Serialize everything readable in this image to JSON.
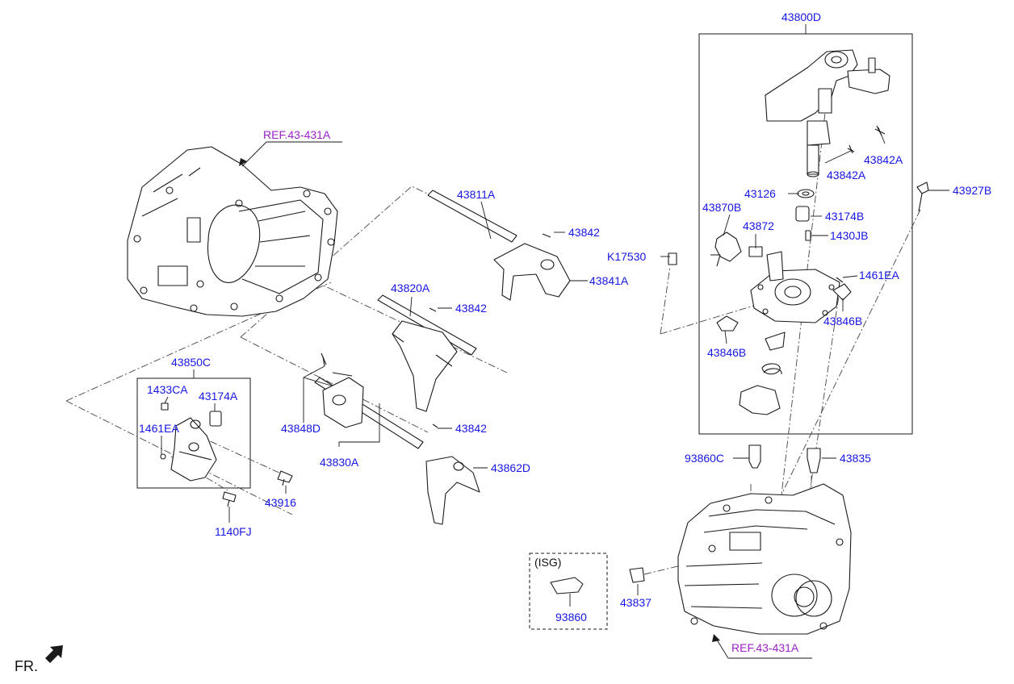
{
  "labels": {
    "p43800D": "43800D",
    "p43842A_1": "43842A",
    "p43842A_2": "43842A",
    "p43927B": "43927B",
    "p43126": "43126",
    "p43870B": "43870B",
    "p43174B": "43174B",
    "p43872": "43872",
    "p1430JB": "1430JB",
    "pK17530": "K17530",
    "p1461EA_r": "1461EA",
    "p43846B_1": "43846B",
    "p43846B_2": "43846B",
    "p43811A": "43811A",
    "p43842_1": "43842",
    "p43841A": "43841A",
    "p43820A": "43820A",
    "p43842_2": "43842",
    "p43850C": "43850C",
    "p1433CA": "1433CA",
    "p43174A": "43174A",
    "p1461EA_l": "1461EA",
    "p43848D": "43848D",
    "p43842_3": "43842",
    "p43830A": "43830A",
    "p43862D": "43862D",
    "p43916": "43916",
    "p1140FJ": "1140FJ",
    "p93860C": "93860C",
    "p43835": "43835",
    "p43837": "43837",
    "p93860": "93860",
    "isg": "(ISG)"
  },
  "refs": {
    "top": "REF.43-431A",
    "bottom": "REF.43-431A"
  },
  "direction": {
    "label": "FR."
  }
}
